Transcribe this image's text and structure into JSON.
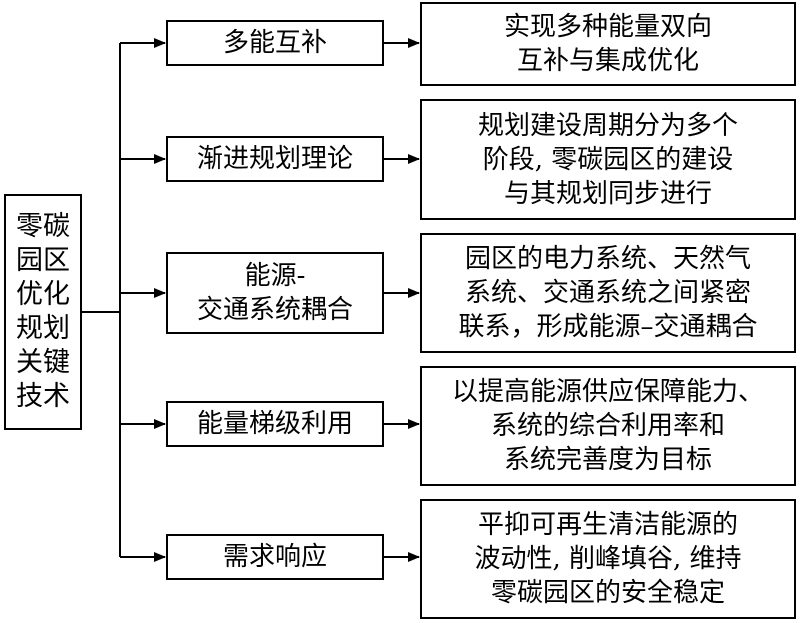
{
  "root": {
    "label": "零碳园区优化规划关键技术"
  },
  "branches": [
    {
      "name": "多能互补",
      "desc": "实现多种能量双向\n互补与集成优化"
    },
    {
      "name": "渐进规划理论",
      "desc": "规划建设周期分为多个\n阶段, 零碳园区的建设\n与其规划同步进行"
    },
    {
      "name": "能源-\n交通系统耦合",
      "desc": "园区的电力系统、天然气\n系统、交通系统之间紧密\n联系，形成能源–交通耦合"
    },
    {
      "name": "能量梯级利用",
      "desc": "以提高能源供应保障能力、\n系统的综合利用率和\n系统完善度为目标"
    },
    {
      "name": "需求响应",
      "desc": "平抑可再生清洁能源的\n波动性, 削峰填谷, 维持\n零碳园区的安全稳定"
    }
  ]
}
